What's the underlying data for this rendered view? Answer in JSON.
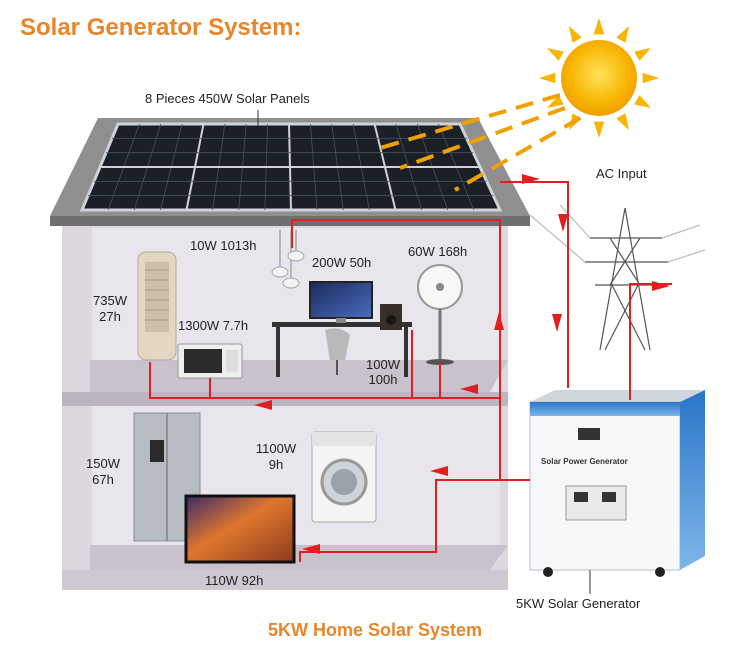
{
  "title": "Solar Generator System:",
  "caption": "5KW Home Solar System",
  "labels": {
    "solar_panels": "8 Pieces 450W Solar Panels",
    "ac_input": "AC Input",
    "lights": "10W 1013h",
    "computer": "200W 50h",
    "fan": "60W 168h",
    "tower_ac_power": "735W",
    "tower_ac_hours": "27h",
    "microwave": "1300W 7.7h",
    "speaker_power": "100W",
    "speaker_hours": "100h",
    "fridge_power": "150W",
    "fridge_hours": "67h",
    "washer_power": "1100W",
    "washer_hours": "9h",
    "tv": "110W 92h",
    "generator": "5KW Solar Generator",
    "generator_panel": "Solar Power Generator"
  },
  "colors": {
    "accent": "#e8862a",
    "wire": "#e02020",
    "wall": "#d9d3dd",
    "roof": "#8a8a8a",
    "sun": "#f7b500"
  }
}
